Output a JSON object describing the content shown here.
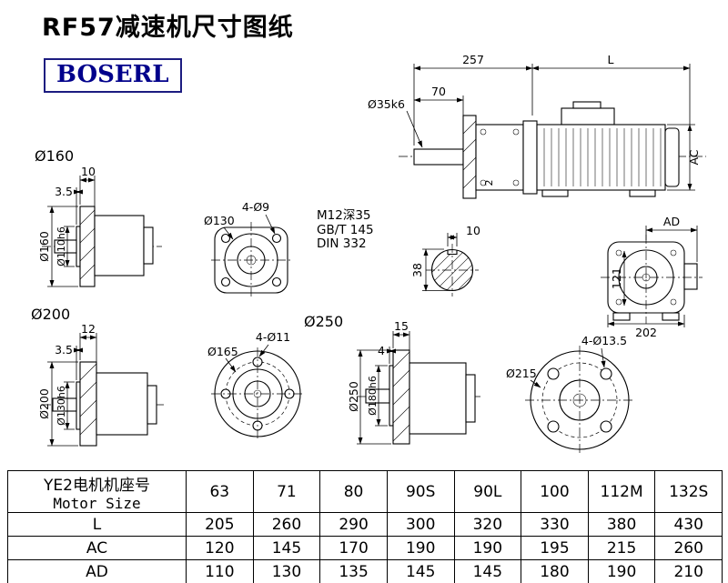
{
  "title": "RF57减速机尺寸图纸",
  "logo": "BOSERL",
  "views": {
    "main": {
      "dim_257": "257",
      "dim_L": "L",
      "dim_70": "70",
      "shaft_dia": "Ø35k6",
      "dim_AC": "AC",
      "dim_key": "2"
    },
    "flange160": {
      "label": "Ø160",
      "dim_thickness": "10",
      "dim_spigot_depth": "3.5",
      "dia_outer": "Ø160",
      "dia_spigot": "Ø110h6"
    },
    "flange130": {
      "holes": "4-Ø9",
      "dia": "Ø130"
    },
    "notes": [
      "M12深35",
      "GB/T 145",
      "DIN 332"
    ],
    "shaft_section": {
      "key_width": "10",
      "shaft_dia": "38"
    },
    "motor_rear": {
      "dim_AD": "AD",
      "dim_height": "121",
      "dim_width": "202"
    },
    "flange200": {
      "label": "Ø200",
      "dim_thickness": "12",
      "dim_spigot_depth": "3.5",
      "dia_outer": "Ø200",
      "dia_spigot": "Ø130h6"
    },
    "flange250": {
      "label": "Ø250",
      "face_dia": "Ø165",
      "face_holes": "4-Ø11",
      "dim_thickness": "15",
      "dim_spigot_depth": "4",
      "dia_outer": "Ø250",
      "dia_spigot": "Ø180h6"
    },
    "flange215": {
      "dia": "Ø215",
      "holes": "4-Ø13.5"
    }
  },
  "table": {
    "header": {
      "label_cn": "YE2电机机座号",
      "label_en": "Motor Size",
      "sizes": [
        "63",
        "71",
        "80",
        "90S",
        "90L",
        "100",
        "112M",
        "132S"
      ]
    },
    "rows": [
      {
        "label": "L",
        "values": [
          "205",
          "260",
          "290",
          "300",
          "320",
          "330",
          "380",
          "430"
        ]
      },
      {
        "label": "AC",
        "values": [
          "120",
          "145",
          "170",
          "190",
          "190",
          "195",
          "215",
          "260"
        ]
      },
      {
        "label": "AD",
        "values": [
          "110",
          "130",
          "135",
          "145",
          "145",
          "180",
          "190",
          "210"
        ]
      }
    ]
  }
}
